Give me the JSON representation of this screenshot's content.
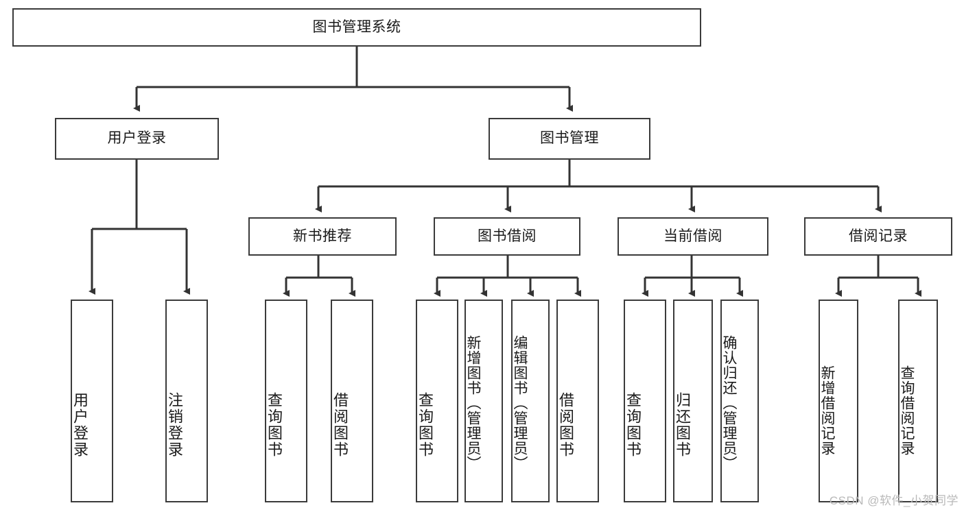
{
  "diagram": {
    "type": "tree",
    "title": "图书管理系统",
    "root": {
      "id": "root",
      "label": "图书管理系统",
      "orientation": "horizontal"
    },
    "level1": [
      {
        "id": "user-login",
        "label": "用户登录",
        "orientation": "horizontal"
      },
      {
        "id": "book-management",
        "label": "图书管理",
        "orientation": "horizontal"
      }
    ],
    "level2": [
      {
        "id": "new-book-recommend",
        "label": "新书推荐",
        "orientation": "horizontal",
        "parent": "book-management"
      },
      {
        "id": "book-borrow",
        "label": "图书借阅",
        "orientation": "horizontal",
        "parent": "book-management"
      },
      {
        "id": "current-borrow",
        "label": "当前借阅",
        "orientation": "horizontal",
        "parent": "book-management"
      },
      {
        "id": "borrow-record",
        "label": "借阅记录",
        "orientation": "horizontal",
        "parent": "book-management"
      }
    ],
    "leaves": [
      {
        "id": "leaf-user-login",
        "label": "用户登录",
        "orientation": "vertical",
        "parent": "user-login"
      },
      {
        "id": "leaf-logout-login",
        "label": "注销登录",
        "orientation": "vertical",
        "parent": "user-login"
      },
      {
        "id": "leaf-query-book-1",
        "label": "查询图书",
        "orientation": "vertical",
        "parent": "new-book-recommend"
      },
      {
        "id": "leaf-borrow-book-1",
        "label": "借阅图书",
        "orientation": "vertical",
        "parent": "new-book-recommend"
      },
      {
        "id": "leaf-query-book-2",
        "label": "查询图书",
        "orientation": "vertical",
        "parent": "book-borrow"
      },
      {
        "id": "leaf-add-book",
        "label": "新增图书（管理员）",
        "orientation": "vertical",
        "parent": "book-borrow"
      },
      {
        "id": "leaf-edit-book",
        "label": "编辑图书（管理员）",
        "orientation": "vertical",
        "parent": "book-borrow"
      },
      {
        "id": "leaf-borrow-book-2",
        "label": "借阅图书",
        "orientation": "vertical",
        "parent": "book-borrow"
      },
      {
        "id": "leaf-query-book-3",
        "label": "查询图书",
        "orientation": "vertical",
        "parent": "current-borrow"
      },
      {
        "id": "leaf-return-book",
        "label": "归还图书",
        "orientation": "vertical",
        "parent": "current-borrow"
      },
      {
        "id": "leaf-confirm-return",
        "label": "确认归还（管理员）",
        "orientation": "vertical",
        "parent": "current-borrow"
      },
      {
        "id": "leaf-add-record",
        "label": "新增借阅记录",
        "orientation": "vertical",
        "parent": "borrow-record"
      },
      {
        "id": "leaf-query-record",
        "label": "查询借阅记录",
        "orientation": "vertical",
        "parent": "borrow-record"
      }
    ],
    "colors": {
      "box_border": "#3a3a3a",
      "box_fill": "#ffffff",
      "connector": "#333333",
      "text": "#1a1a1a",
      "watermark": "#b9b9b9",
      "background": "#ffffff"
    }
  },
  "watermark": {
    "text": "CSDN @软件_小贺同学"
  }
}
